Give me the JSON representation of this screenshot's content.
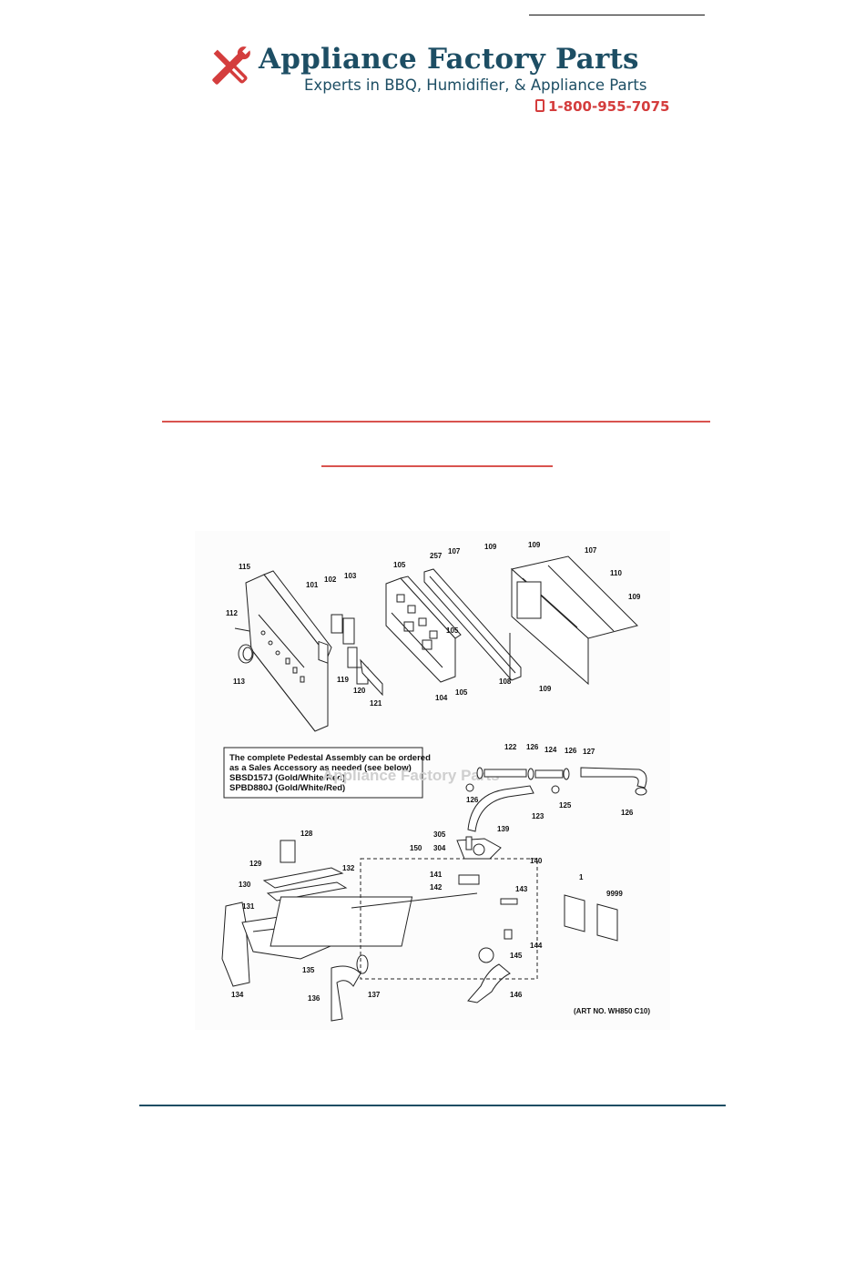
{
  "header": {
    "brand_name": "Appliance Factory Parts",
    "tagline": "Experts in BBQ, Humidifier, & Appliance Parts",
    "phone": "1-800-955-7075",
    "logo_icon": "wrench-screwdriver-icon",
    "colors": {
      "brand_blue": "#1d4e64",
      "accent_red": "#d43d3d"
    }
  },
  "diagram": {
    "note_lines": [
      "The complete Pedestal Assembly can be ordered",
      "as a Sales Accessory as needed (see below)",
      "SBSD157J (Gold/White/Red)",
      "SPBD880J (Gold/White/Red)"
    ],
    "watermark": "Appliance Factory Parts",
    "art_number": "(ART NO. WH850 C10)",
    "labels": {
      "l115": "115",
      "l112": "112",
      "l113": "113",
      "l101": "101",
      "l102": "102",
      "l103": "103",
      "l119": "119",
      "l120": "120",
      "l121": "121",
      "l105a": "105",
      "l105b": "105",
      "l105c": "105",
      "l104": "104",
      "l257": "257",
      "l107a": "107",
      "l108": "108",
      "l109a": "109",
      "l109b": "109",
      "l107b": "107",
      "l110": "110",
      "l109c": "109",
      "l109d": "109",
      "l122": "122",
      "l126a": "126",
      "l124": "124",
      "l126b": "126",
      "l127": "127",
      "l126c": "126",
      "l125": "125",
      "l123": "123",
      "l126d": "126",
      "l305": "305",
      "l139": "139",
      "l304": "304",
      "l140": "140",
      "l150": "150",
      "l128": "128",
      "l129": "129",
      "l130": "130",
      "l131": "131",
      "l132": "132",
      "l141": "141",
      "l142": "142",
      "l143": "143",
      "l1": "1",
      "l9999": "9999",
      "l134": "134",
      "l135": "135",
      "l136": "136",
      "l137": "137",
      "l144": "144",
      "l145": "145",
      "l146": "146"
    }
  }
}
